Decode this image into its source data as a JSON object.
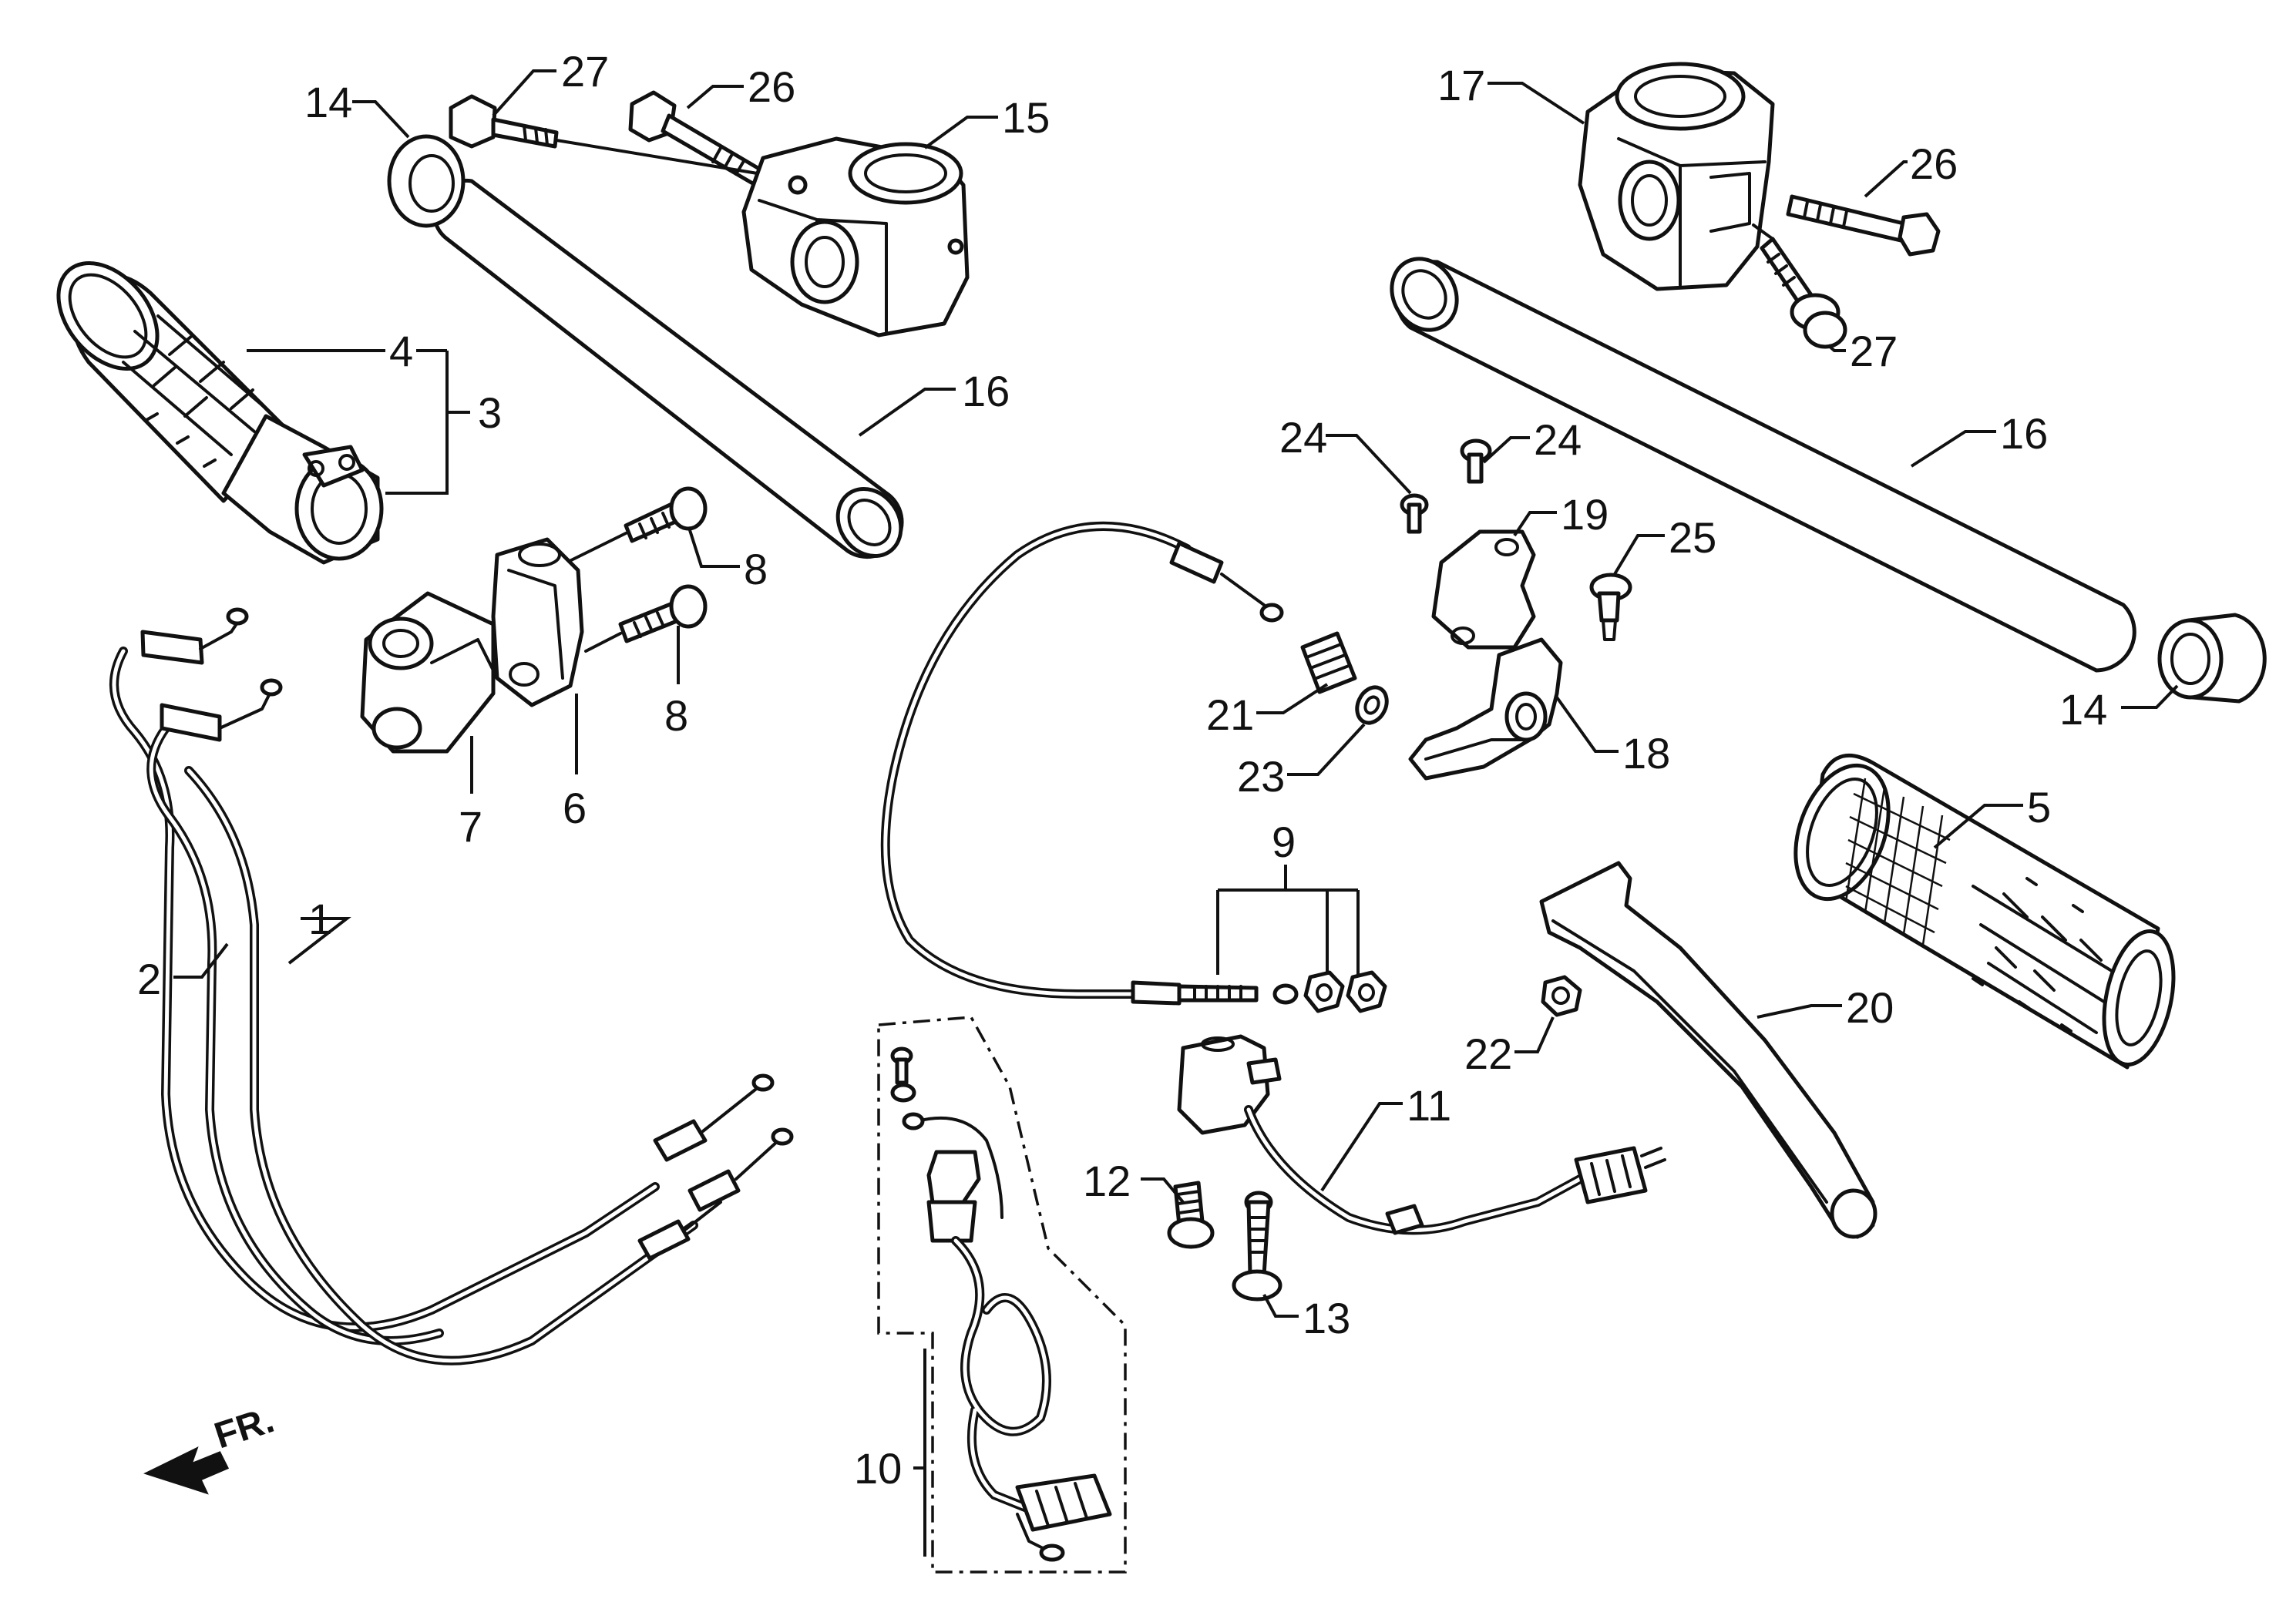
{
  "direction_label": "FR.",
  "callouts": [
    {
      "id": "p1",
      "label": "1"
    },
    {
      "id": "p2",
      "label": "2"
    },
    {
      "id": "p3",
      "label": "3"
    },
    {
      "id": "p4",
      "label": "4"
    },
    {
      "id": "p5",
      "label": "5"
    },
    {
      "id": "p6",
      "label": "6"
    },
    {
      "id": "p7",
      "label": "7"
    },
    {
      "id": "p8a",
      "label": "8"
    },
    {
      "id": "p8b",
      "label": "8"
    },
    {
      "id": "p9",
      "label": "9"
    },
    {
      "id": "p10",
      "label": "10"
    },
    {
      "id": "p11",
      "label": "11"
    },
    {
      "id": "p12",
      "label": "12"
    },
    {
      "id": "p13",
      "label": "13"
    },
    {
      "id": "p14a",
      "label": "14"
    },
    {
      "id": "p14b",
      "label": "14"
    },
    {
      "id": "p15",
      "label": "15"
    },
    {
      "id": "p16a",
      "label": "16"
    },
    {
      "id": "p16b",
      "label": "16"
    },
    {
      "id": "p17",
      "label": "17"
    },
    {
      "id": "p18",
      "label": "18"
    },
    {
      "id": "p19",
      "label": "19"
    },
    {
      "id": "p20",
      "label": "20"
    },
    {
      "id": "p21",
      "label": "21"
    },
    {
      "id": "p22",
      "label": "22"
    },
    {
      "id": "p23",
      "label": "23"
    },
    {
      "id": "p24a",
      "label": "24"
    },
    {
      "id": "p24b",
      "label": "24"
    },
    {
      "id": "p25",
      "label": "25"
    },
    {
      "id": "p26a",
      "label": "26"
    },
    {
      "id": "p26b",
      "label": "26"
    },
    {
      "id": "p27a",
      "label": "27"
    },
    {
      "id": "p27b",
      "label": "27"
    }
  ]
}
